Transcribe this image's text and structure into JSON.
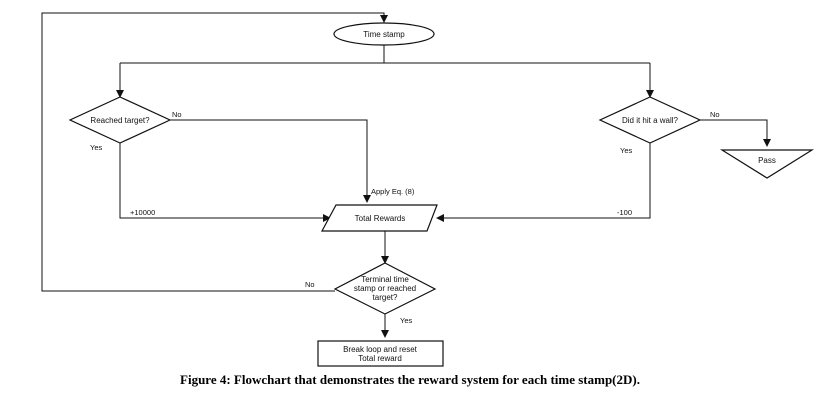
{
  "diagram": {
    "nodes": {
      "time_stamp": "Time stamp",
      "reached_target": "Reached target?",
      "hit_wall": "Did it hit a wall?",
      "pass": "Pass",
      "total_rewards": "Total Rewards",
      "terminal_line1": "Terminal time",
      "terminal_line2": "stamp or reached",
      "terminal_line3": "target?",
      "break_line1": "Break loop and reset",
      "break_line2": "Total reward"
    },
    "edge_labels": {
      "reached_no": "No",
      "reached_yes": "Yes",
      "wall_no": "No",
      "wall_yes": "Yes",
      "apply_eq": "Apply Eq. (8)",
      "plus_reward": "+10000",
      "minus_reward": "-100",
      "terminal_no": "No",
      "terminal_yes": "Yes"
    },
    "caption": "Figure 4: Flowchart that demonstrates the reward system for each time stamp(2D)."
  }
}
